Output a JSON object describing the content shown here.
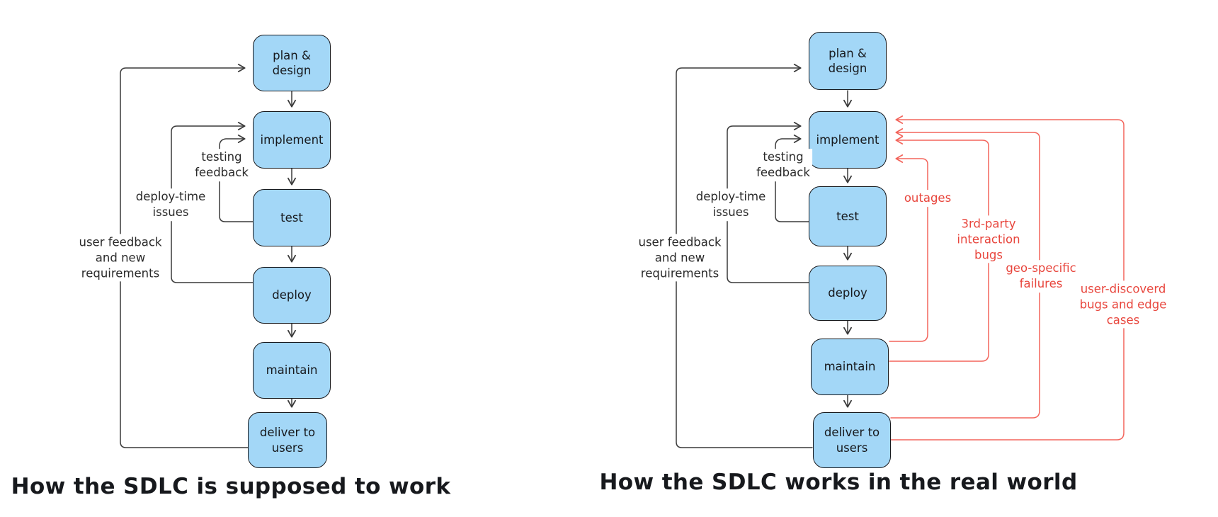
{
  "captions": {
    "left": "How the SDLC is supposed to work",
    "right": "How the SDLC works in the real world"
  },
  "left": {
    "nodes": {
      "plan": "plan &\ndesign",
      "implement": "implement",
      "test": "test",
      "deploy": "deploy",
      "maintain": "maintain",
      "deliver": "deliver to\nusers"
    },
    "edge_labels": {
      "testing_feedback": "testing\nfeedback",
      "deploy_time": "deploy-time\nissues",
      "user_feedback": "user feedback\nand new\nrequirements"
    }
  },
  "right": {
    "nodes": {
      "plan": "plan &\ndesign",
      "implement": "implement",
      "test": "test",
      "deploy": "deploy",
      "maintain": "maintain",
      "deliver": "deliver to\nusers"
    },
    "edge_labels": {
      "testing_feedback": "testing\nfeedback",
      "deploy_time": "deploy-time\nissues",
      "user_feedback": "user feedback\nand new\nrequirements"
    },
    "failure_labels": {
      "outages": "outages",
      "third_party": "3rd-party\ninteraction\nbugs",
      "geo_specific": "geo-specific\nfailures",
      "user_discovered": "user-discoverd\nbugs and edge cases"
    }
  },
  "colors": {
    "node_fill": "#a3d7f7",
    "node_border": "#17191d",
    "connector_black": "#3a3a3a",
    "failure_red": "#f3655c",
    "background": "#ffffff"
  }
}
